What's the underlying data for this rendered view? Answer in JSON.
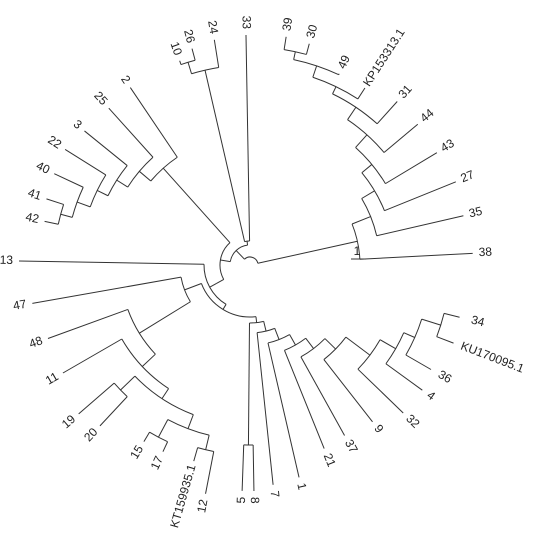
{
  "tree": {
    "stroke_color": "#333333",
    "text_color": "#222222",
    "background": "#ffffff",
    "scale_bar_label": "1",
    "leaves": [
      {
        "id": "l34",
        "label": "34"
      },
      {
        "id": "lKU",
        "label": "KU170095.1"
      },
      {
        "id": "l36",
        "label": "36"
      },
      {
        "id": "l4",
        "label": "4"
      },
      {
        "id": "l32",
        "label": "32"
      },
      {
        "id": "l9",
        "label": "9"
      },
      {
        "id": "l37",
        "label": "37"
      },
      {
        "id": "l21",
        "label": "21"
      },
      {
        "id": "l1",
        "label": "1"
      },
      {
        "id": "l7",
        "label": "7"
      },
      {
        "id": "l8",
        "label": "8"
      },
      {
        "id": "l5",
        "label": "5"
      },
      {
        "id": "l12",
        "label": "12"
      },
      {
        "id": "lKT",
        "label": "KT159935.1"
      },
      {
        "id": "l17",
        "label": "17"
      },
      {
        "id": "l15",
        "label": "15"
      },
      {
        "id": "l20",
        "label": "20"
      },
      {
        "id": "l19",
        "label": "19"
      },
      {
        "id": "l11",
        "label": "11"
      },
      {
        "id": "l48",
        "label": "48"
      },
      {
        "id": "l47",
        "label": "47"
      },
      {
        "id": "l13",
        "label": "13"
      },
      {
        "id": "l42",
        "label": "42"
      },
      {
        "id": "l41",
        "label": "41"
      },
      {
        "id": "l40",
        "label": "40"
      },
      {
        "id": "l22",
        "label": "22"
      },
      {
        "id": "l3",
        "label": "3"
      },
      {
        "id": "l25",
        "label": "25"
      },
      {
        "id": "l2",
        "label": "2"
      },
      {
        "id": "l10",
        "label": "10"
      },
      {
        "id": "l26",
        "label": "26"
      },
      {
        "id": "l24",
        "label": "24"
      },
      {
        "id": "l33",
        "label": "33"
      },
      {
        "id": "l39",
        "label": "39"
      },
      {
        "id": "l30",
        "label": "30"
      },
      {
        "id": "l49",
        "label": "49"
      },
      {
        "id": "lKP",
        "label": "KP153313.1"
      },
      {
        "id": "l31",
        "label": "31"
      },
      {
        "id": "l44",
        "label": "44"
      },
      {
        "id": "l43",
        "label": "43"
      },
      {
        "id": "l27",
        "label": "27"
      },
      {
        "id": "l35",
        "label": "35"
      },
      {
        "id": "l38",
        "label": "38"
      }
    ]
  }
}
